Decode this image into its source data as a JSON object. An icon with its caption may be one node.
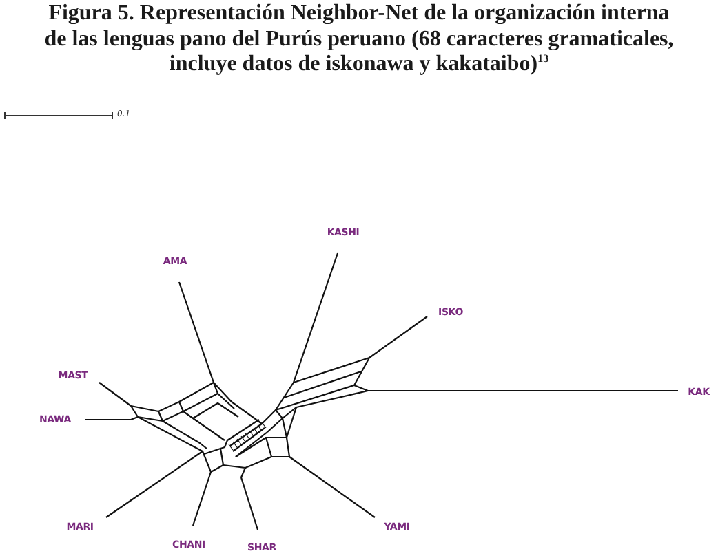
{
  "diagram": {
    "title": "Figura 5. Representación Neighbor-Net de la organización interna de las lenguas pano del Purús peruano (68 caracteres gramaticales, incluye datos de iskonawa y kakataibo)$^{13}$",
    "labels": [
      "0.1",
      "KASHI",
      "AMA",
      "ISKO",
      "MAST",
      "NAWA",
      "KAK",
      "MARI",
      "YAMI",
      "CHANI",
      "SHAR"
    ]
  }
}
